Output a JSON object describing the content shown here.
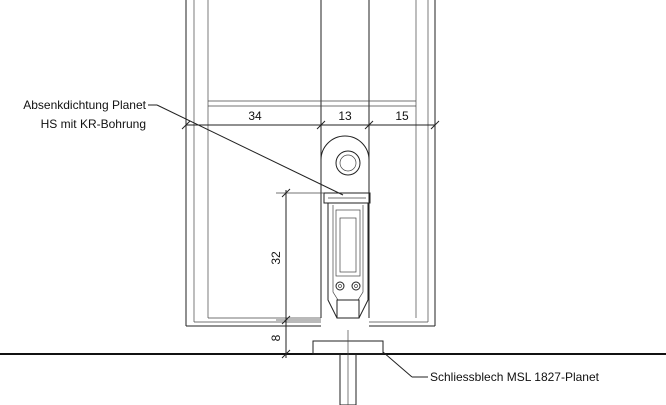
{
  "callouts": {
    "seal_line1": "Absenkdichtung Planet",
    "seal_line2": "HS mit KR-Bohrung",
    "strike_plate": "Schliessblech MSL 1827-Planet"
  },
  "dimensions": {
    "w1": "34",
    "w2": "13",
    "w3": "15",
    "h_seal": "32",
    "h_gap": "8"
  }
}
